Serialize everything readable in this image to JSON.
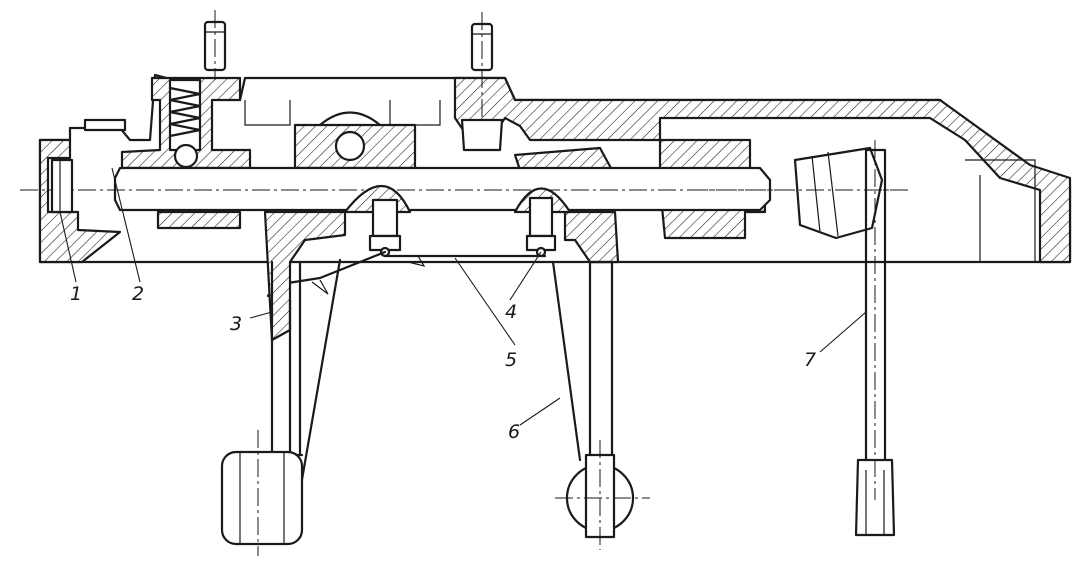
{
  "callouts": [
    {
      "id": "1",
      "text": "1"
    },
    {
      "id": "2",
      "text": "2"
    },
    {
      "id": "3",
      "text": "3"
    },
    {
      "id": "4",
      "text": "4"
    },
    {
      "id": "5",
      "text": "5"
    },
    {
      "id": "6",
      "text": "6"
    },
    {
      "id": "7",
      "text": "7"
    }
  ],
  "colors": {
    "ink": "#1a1a1a",
    "background": "#ffffff"
  }
}
